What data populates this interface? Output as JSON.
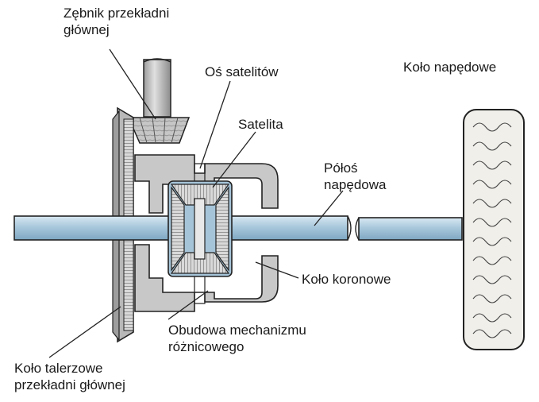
{
  "diagram": {
    "labels": {
      "pinion": [
        "Zębnik przekładni",
        "głównej"
      ],
      "spider_axis": "Oś satelitów",
      "spider_gear": "Satelita",
      "drive_wheel": "Koło napędowe",
      "half_shaft": [
        "Półoś",
        "napędowa"
      ],
      "side_gear": "Koło koronowe",
      "housing": [
        "Obudowa mechanizmu",
        "różnicowego"
      ],
      "ring_gear": [
        "Koło talerzowe",
        "przekładni głównej"
      ]
    },
    "colors": {
      "shaft": "#a9c8dc",
      "shaft_highlight": "#d8e8f2",
      "metal": "#c9c9c9",
      "metal_dark": "#9a9a9a",
      "tire": "#f0efea",
      "outline": "#222222"
    }
  }
}
